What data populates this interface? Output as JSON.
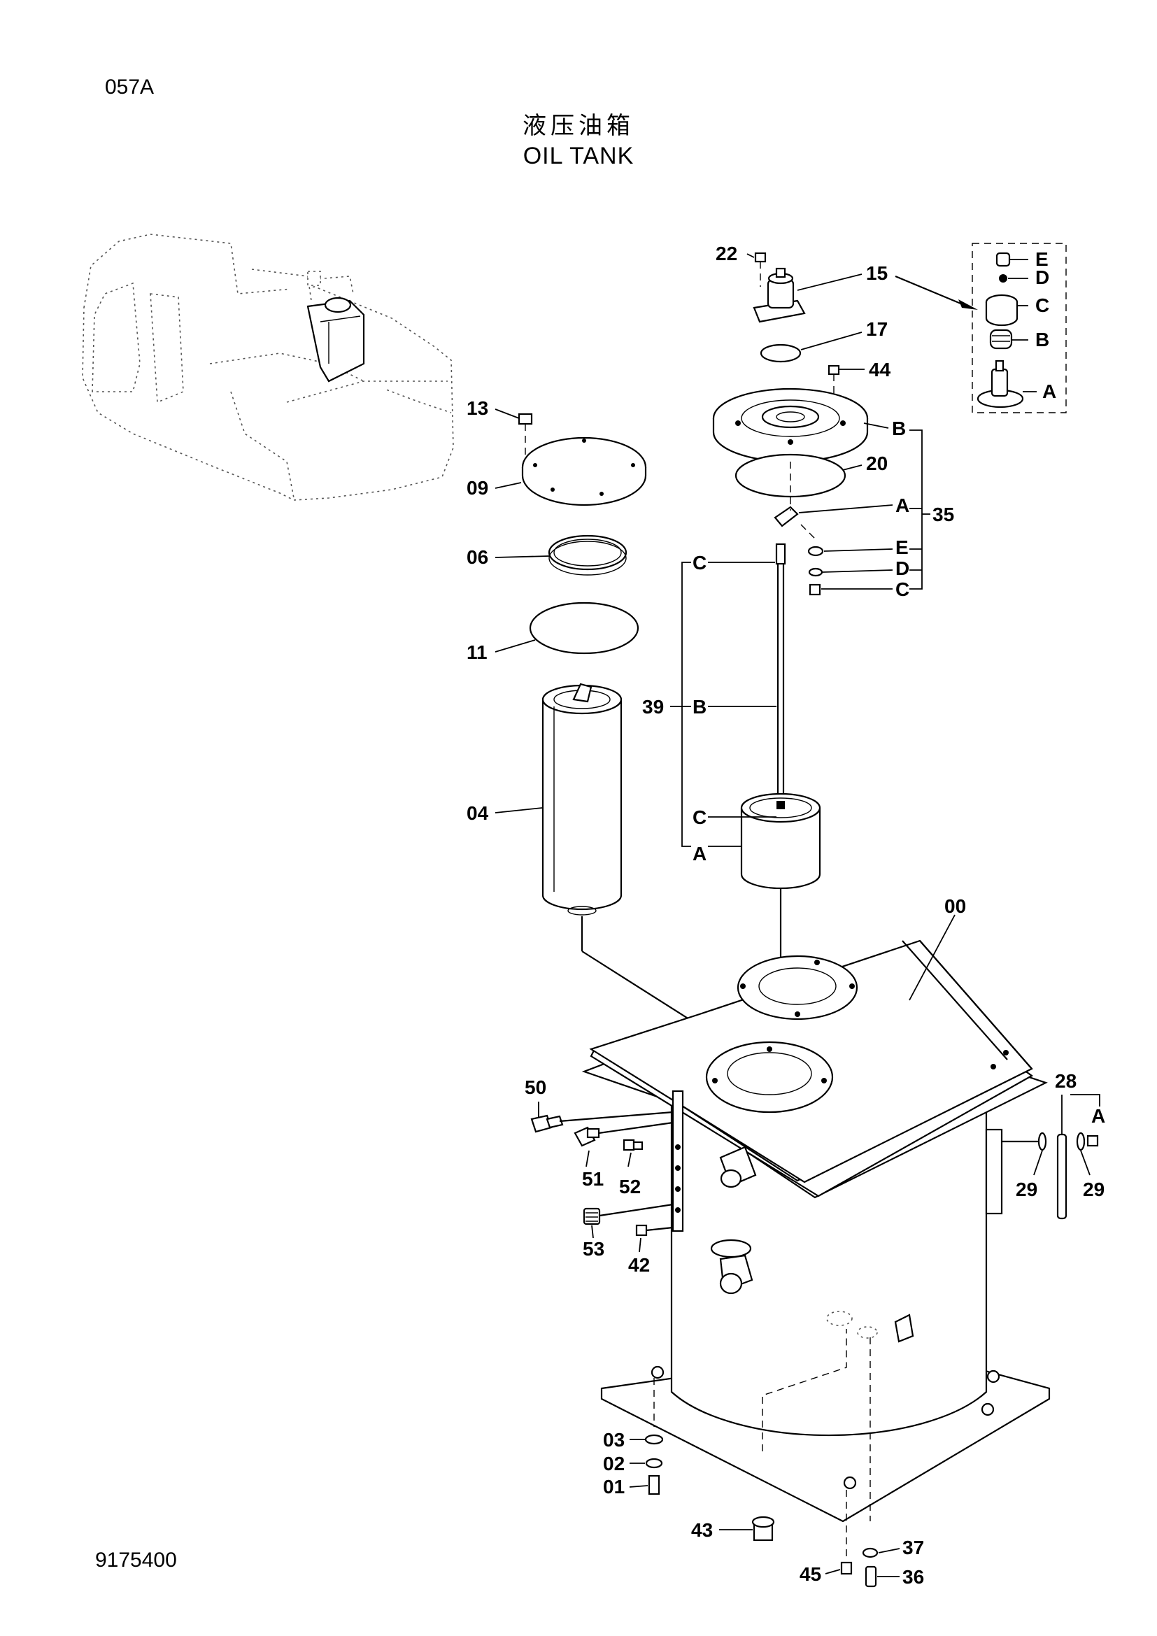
{
  "header": {
    "page_code": "057A",
    "title_cn": "液压油箱",
    "title_en": "OIL TANK"
  },
  "footer": {
    "doc_number": "9175400"
  },
  "callouts": {
    "p00": "00",
    "p01": "01",
    "p02": "02",
    "p03": "03",
    "p04": "04",
    "p06": "06",
    "p09": "09",
    "p11": "11",
    "p13": "13",
    "p15": "15",
    "p17": "17",
    "p20": "20",
    "p22": "22",
    "p28": "28",
    "p29a": "29",
    "p29b": "29",
    "p35": "35",
    "p36": "36",
    "p37": "37",
    "p39": "39",
    "p42": "42",
    "p43": "43",
    "p44": "44",
    "p45": "45",
    "p50": "50",
    "p51": "51",
    "p52": "52",
    "p53": "53"
  },
  "sub_labels": {
    "inset_E": "E",
    "inset_D": "D",
    "inset_C": "C",
    "inset_B": "B",
    "inset_A": "A",
    "s35_B": "B",
    "s35_A": "A",
    "s35_E": "E",
    "s35_D": "D",
    "s35_C": "C",
    "s39_C_top": "C",
    "s39_B": "B",
    "s39_C_bot": "C",
    "s39_A": "A",
    "s28_A": "A"
  }
}
